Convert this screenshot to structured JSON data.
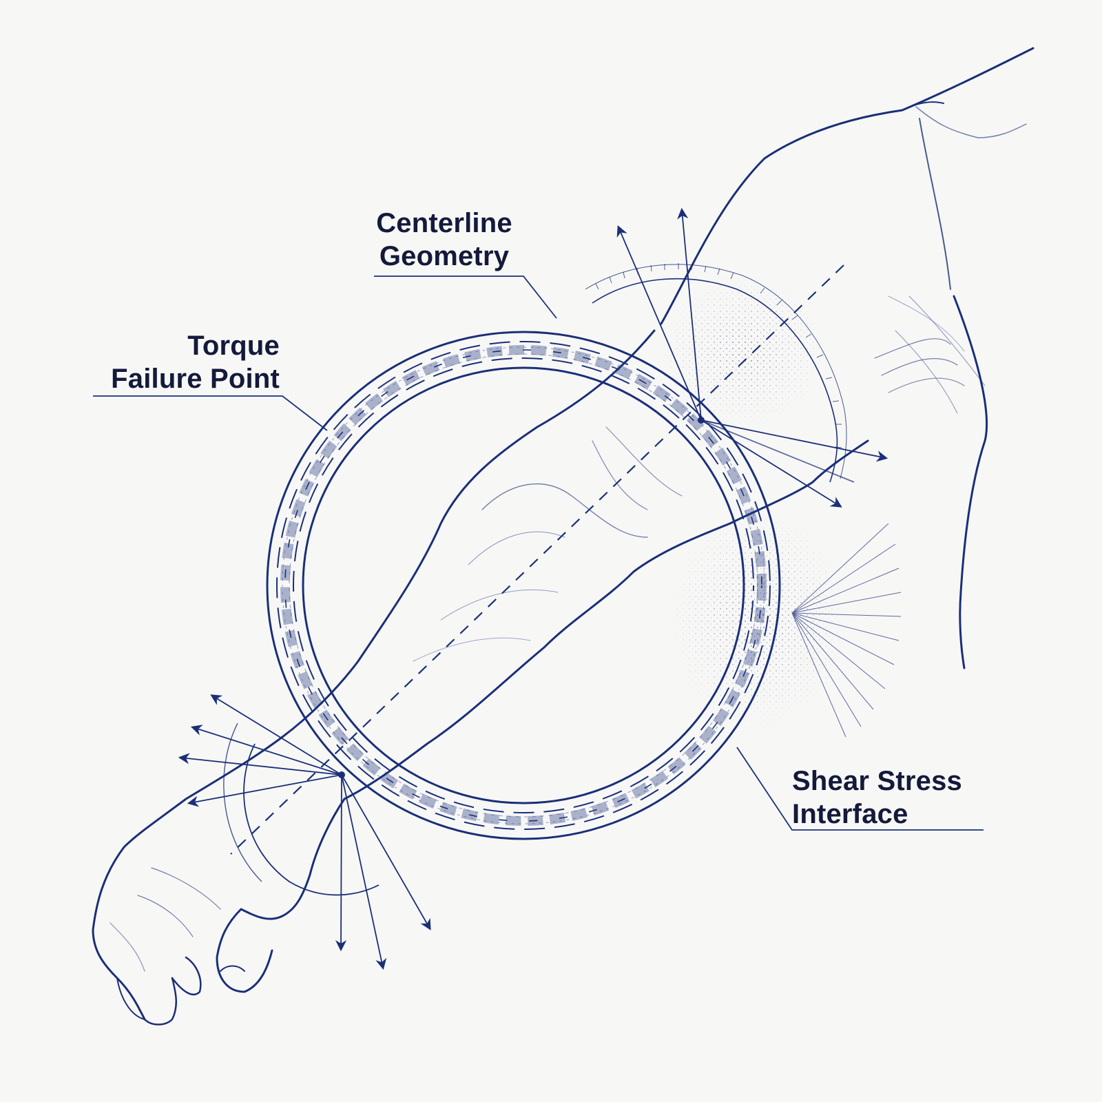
{
  "labels": {
    "centerline": {
      "line1": "Centerline",
      "line2": "Geometry"
    },
    "torque": {
      "line1": "Torque",
      "line2": "Failure Point"
    },
    "shear": {
      "line1": "Shear Stress",
      "line2": "Interface"
    }
  },
  "colors": {
    "ink": "#1a2f78",
    "ink_light": "#4a5fa5",
    "label_text": "#131a3a",
    "background": "#f7f7f6"
  }
}
